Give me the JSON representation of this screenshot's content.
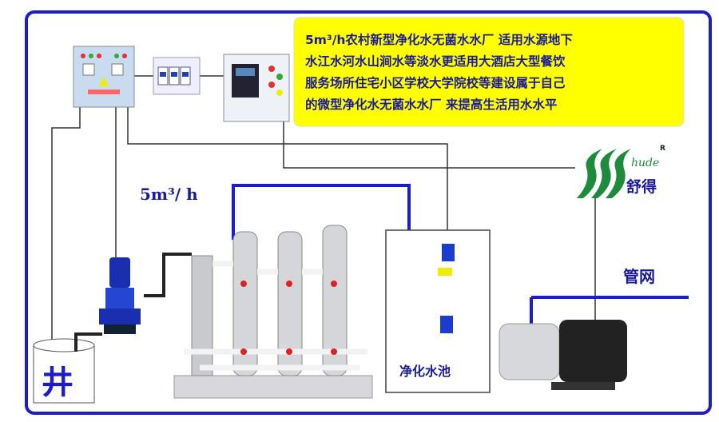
{
  "description_box": {
    "lines": [
      "5m³/h农村新型净化水无菌水水厂 适用水源地下",
      "水江水河水山涧水等淡水更适用大酒店大型餐饮",
      "服务场所住宅小区学校大学院校等建设属于自己",
      "的微型净化水无菌水水厂 来提高生活用水水平"
    ]
  },
  "flow_label": "5m³/ h",
  "well_label": "井",
  "tank_label": "净化水池",
  "network_label": "管网",
  "logo": {
    "latin": "hude",
    "chinese": "舒得",
    "registered": "R"
  },
  "colors": {
    "frame": "#1c1cc8",
    "highlight": "#ffff00",
    "text": "#1a1a9a",
    "logo_green": "#1e8a3c"
  }
}
